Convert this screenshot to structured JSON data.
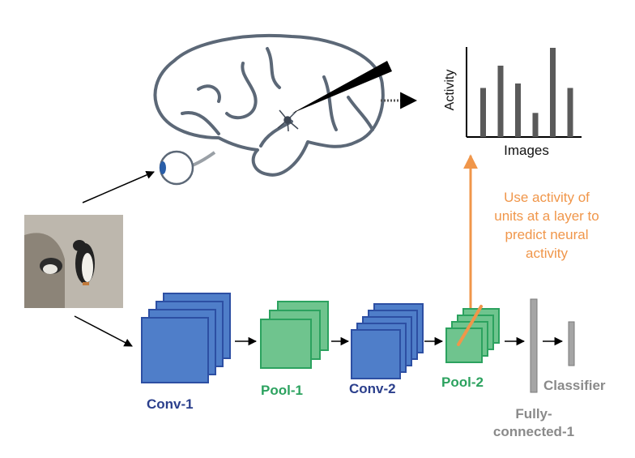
{
  "labels": {
    "conv1": "Conv-1",
    "pool1": "Pool-1",
    "conv2": "Conv-2",
    "pool2": "Pool-2",
    "fc1": "Fully-\nconnected-1",
    "classifier": "Classifier"
  },
  "annotation": {
    "text": "Use activity of\nunits at a layer to\npredict neural\nactivity"
  },
  "chart_data": {
    "type": "bar",
    "xlabel": "Images",
    "ylabel": "Activity",
    "values": [
      0.55,
      0.8,
      0.6,
      0.27,
      1.0,
      0.55
    ]
  },
  "colors": {
    "conv": "#4f7ec9",
    "conv_border": "#2d4fa3",
    "pool": "#6fc48e",
    "pool_border": "#2ca25f",
    "brain": "#5c6877",
    "annotation": "#f0964a",
    "fc": "#a5a5a5"
  },
  "icons": [
    "brain-icon",
    "eye-icon",
    "neuron-icon",
    "electrode-icon",
    "penguin-photo"
  ]
}
